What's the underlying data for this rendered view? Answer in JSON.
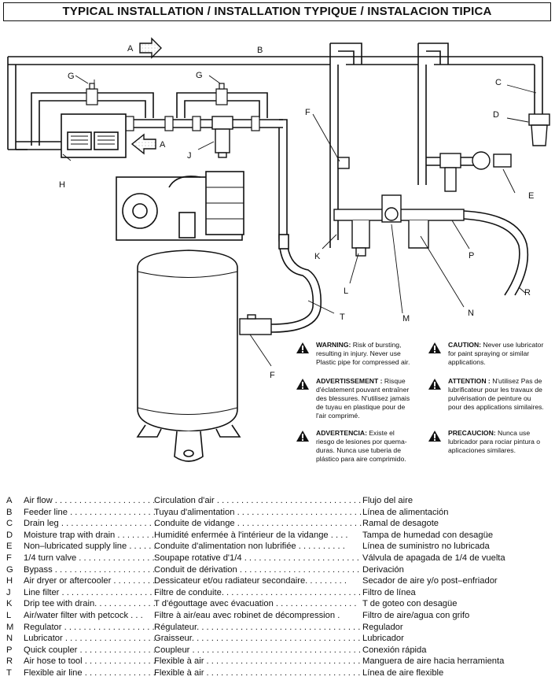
{
  "title": "TYPICAL INSTALLATION / INSTALLATION TYPIQUE / INSTALACION TIPICA",
  "diagram_labels": {
    "A_top": "A",
    "A_mid": "A",
    "B": "B",
    "C": "C",
    "D": "D",
    "E": "E",
    "F_top": "F",
    "F_bottom": "F",
    "G_left": "G",
    "G_right": "G",
    "H": "H",
    "J": "J",
    "K": "K",
    "L": "L",
    "M": "M",
    "N": "N",
    "P": "P",
    "R": "R",
    "T": "T"
  },
  "warnings": [
    {
      "head": "WARNING:",
      "text": "Risk of bursting, resulting in injury. Never use Plastic pipe for compressed air."
    },
    {
      "head": "CAUTION:",
      "text": "Never use lubricator for paint spraying or similar applications."
    },
    {
      "head": "ADVERTISSEMENT :",
      "text": "Risque d'éclatement pouvant entraîner des blessures. N'utilisez jamais de tuyau en plastique pour de l'air comprimé."
    },
    {
      "head": "ATTENTION :",
      "text": "N'utilisez Pas de lubrificateur pour les travaux de pulvérisation de peinture ou pour des applications similaires."
    },
    {
      "head": "ADVERTENCIA:",
      "text": "Existe el riesgo de lesiones por quema-duras. Nunca use tuberia de plástico para aire comprimido."
    },
    {
      "head": "PRECAUCION:",
      "text": "Nunca use lubricador para rociar pintura o aplicaciones similares."
    }
  ],
  "legend": [
    {
      "letter": "A",
      "en": "Air flow . . . . . . . . . . . . . . . . . . . . . . . . . .",
      "fr": "Circulation d'air . . . . . . . . . . . . . . . . . . . . . . . . . . . . . . .",
      "es": "Flujo del aire"
    },
    {
      "letter": "B",
      "en": "Feeder line . . . . . . . . . . . . . . . . . . . . . . . .",
      "fr": "Tuyau d'alimentation . . . . . . . . . . . . . . . . . . . . . . . . . . . .",
      "es": "Línea de alimentación"
    },
    {
      "letter": "C",
      "en": "Drain leg . . . . . . . . . . . . . . . . . . . . . . . . . .",
      "fr": "Conduite de vidange . . . . . . . . . . . . . . . . . . . . . . . . . . . .",
      "es": "Ramal de desagote"
    },
    {
      "letter": "D",
      "en": "Moisture trap with drain . . . . . . . .",
      "fr": "Humidité enfermée à l'intérieur de la vidange . . . .",
      "es": "Tampa de humedad con desagüe"
    },
    {
      "letter": "E",
      "en": "Non–lubricated supply line . . . . . .",
      "fr": "Conduite d'alimentation non lubrifiée . . . . . . . . . .",
      "es": "Línea de suministro no lubricada"
    },
    {
      "letter": "F",
      "en": "1/4 turn valve . . . . . . . . . . . . . . . . . . . .",
      "fr": "Soupape rotative d'1/4 . . . . . . . . . . . . . . . . . . . . . . . .",
      "es": "Válvula de apagada de 1/4 de vuelta"
    },
    {
      "letter": "G",
      "en": "Bypass . . . . . . . . . . . . . . . . . . . . . . . . . . . .",
      "fr": "Conduit de dérivation . . . . . . . . . . . . . . . . . . . . . . . . . .",
      "es": "Derivación"
    },
    {
      "letter": "H",
      "en": "Air dryer or aftercooler . . . . . . . . .",
      "fr": "Dessicateur et/ou radiateur secondaire. . . . . . . . .",
      "es": "Secador de aire y/o post–enfriador"
    },
    {
      "letter": "J",
      "en": "Line filter . . . . . . . . . . . . . . . . . . . . . . . . .",
      "fr": "Filtre de conduite. . . . . . . . . . . . . . . . . . . . . . . . . . . . .",
      "es": "Filtro de línea"
    },
    {
      "letter": "K",
      "en": "Drip tee with drain. . . . . . . . . . . . . .",
      "fr": "T d'égouttage avec évacuation . . . . . . . . . . . . . . . . .",
      "es": "T de goteo con desagüe"
    },
    {
      "letter": "L",
      "en": "Air/water filter with petcock . . .",
      "fr": "Filtre à air/eau avec robinet de décompression .",
      "es": "Filtro de aire/agua con grifo"
    },
    {
      "letter": "M",
      "en": "Regulator . . . . . . . . . . . . . . . . . . . . . . . . .",
      "fr": "Régulateur. . . . . . . . . . . . . . . . . . . . . . . . . . . . . . . . . . .",
      "es": "Regulador"
    },
    {
      "letter": "N",
      "en": "Lubricator . . . . . . . . . . . . . . . . . . . . . . . .",
      "fr": "Graisseur. . . . . . . . . . . . . . . . . . . . . . . . . . . . . . . . . . .",
      "es": "Lubricador"
    },
    {
      "letter": "P",
      "en": "Quick coupler . . . . . . . . . . . . . . . . . . . .",
      "fr": "Coupleur . . . . . . . . . . . . . . . . . . . . . . . . . . . . . . . . . . .",
      "es": "Conexión rápida"
    },
    {
      "letter": "R",
      "en": "Air hose to tool . . . . . . . . . . . . . . . . . .",
      "fr": "Flexible à air . . . . . . . . . . . . . . . . . . . . . . . . . . . . . . . .",
      "es": "Manguera de aire hacia herramienta"
    },
    {
      "letter": "T",
      "en": "Flexible air line . . . . . . . . . . . . . . . . . .",
      "fr": "Flexible à air . . . . . . . . . . . . . . . . . . . . . . . . . . . . . . . .",
      "es": "Línea de aire flexible"
    }
  ]
}
